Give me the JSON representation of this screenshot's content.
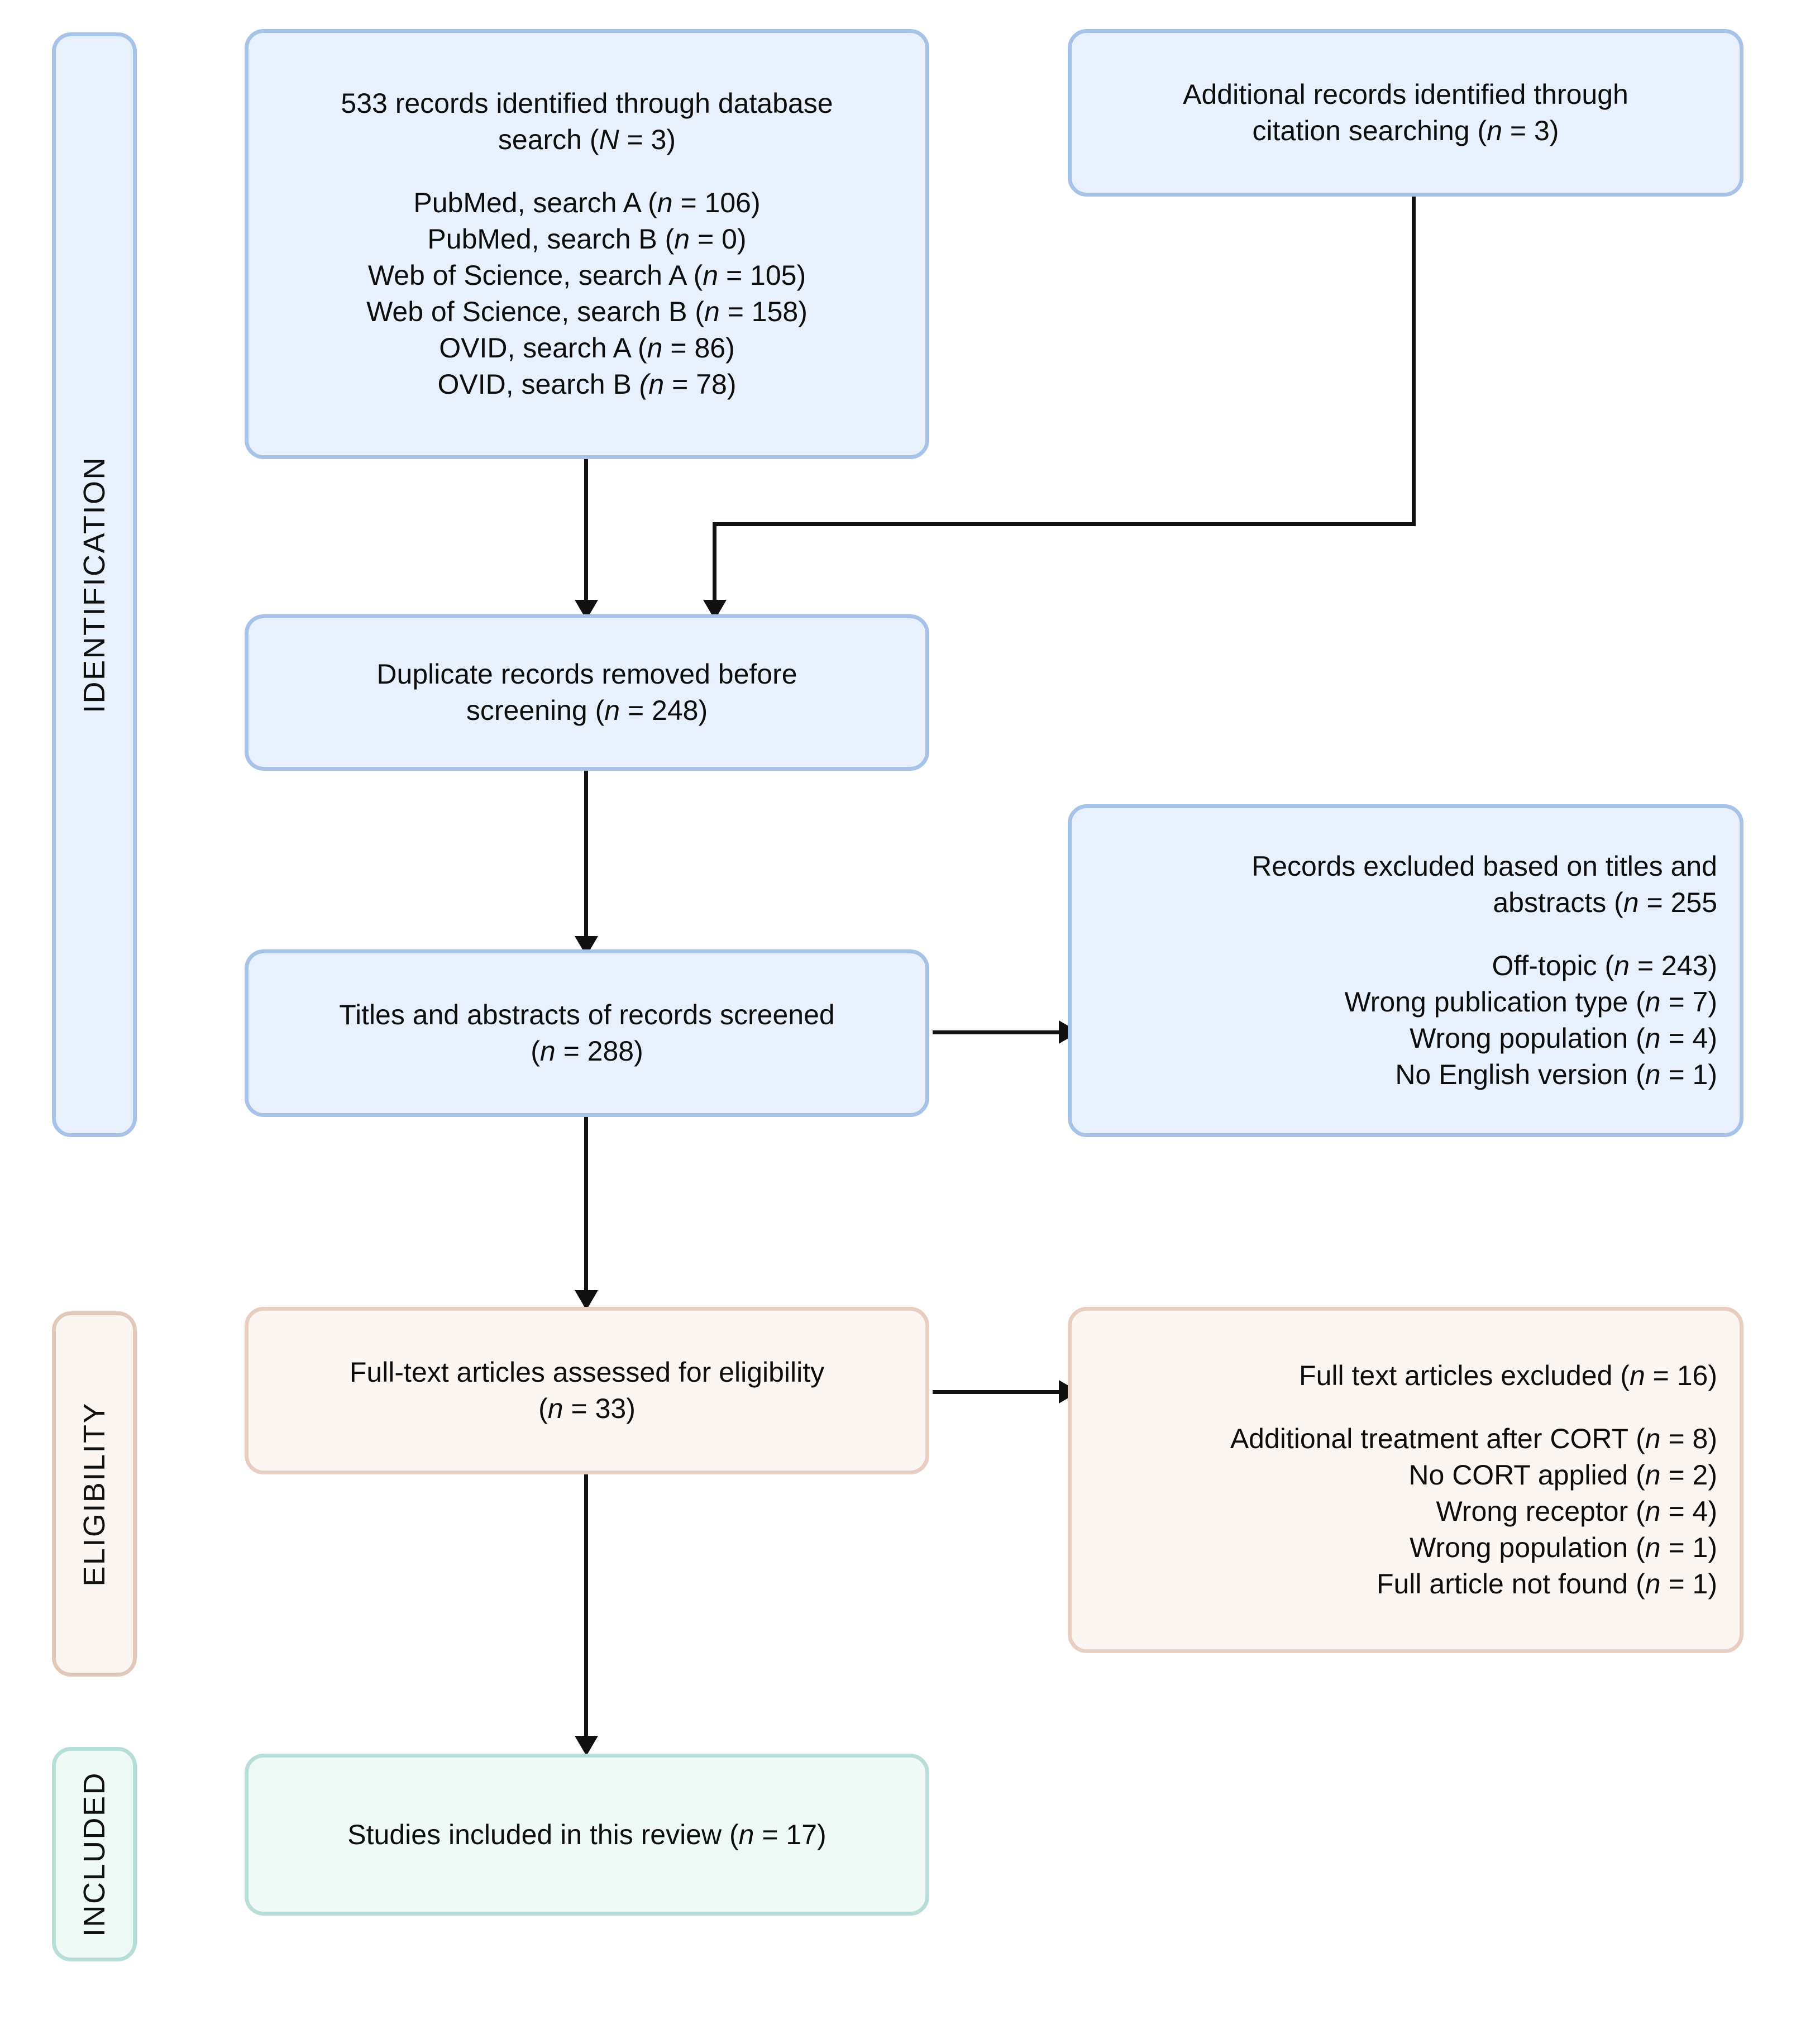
{
  "diagram": {
    "title": "PRISMA study selection flow diagram",
    "colors": {
      "identification_fill": "#e8f0fb",
      "identification_border": "#a8c3e8",
      "eligibility_fill": "#fbf6f2",
      "eligibility_border": "#e8cec1",
      "included_fill": "#effaf7",
      "included_border": "#b8ded7",
      "connector": "#111111",
      "text": "#0d0d0d"
    }
  },
  "stages": {
    "identification": "IDENTIFICATION",
    "eligibility": "ELIGIBILITY",
    "included": "INCLUDED"
  },
  "nodes": {
    "database_search": {
      "heading_line1": "533 records identified through database",
      "heading_line2_prefix": "search (",
      "heading_line2_italic": "N",
      "heading_line2_suffix": " = 3)",
      "sources": [
        {
          "label": "PubMed, search A (",
          "var": "n",
          "value": " = 106)"
        },
        {
          "label": "PubMed, search B (",
          "var": "n",
          "value": " = 0)"
        },
        {
          "label": "Web of Science, search A (",
          "var": "n",
          "value": " = 105)"
        },
        {
          "label": "Web of Science, search B (",
          "var": "n",
          "value": " = 158)"
        },
        {
          "label": "OVID, search A (",
          "var": "n",
          "value": " = 86)"
        },
        {
          "label": "OVID, search B ",
          "var": "(n",
          "value": " = 78)"
        }
      ]
    },
    "citation_search": {
      "line1": "Additional records identified through",
      "line2_prefix": "citation searching (",
      "line2_italic": "n",
      "line2_suffix": " = 3)"
    },
    "duplicates_removed": {
      "line1": "Duplicate records removed before",
      "line2_prefix": "screening (",
      "line2_italic": "n",
      "line2_suffix": " = 248)"
    },
    "records_screened": {
      "line1": "Titles and abstracts of records screened",
      "line2_prefix": "(",
      "line2_italic": "n",
      "line2_suffix": " = 288)"
    },
    "records_excluded": {
      "heading_line1": "Records excluded based on titles and",
      "heading_line2_prefix": "abstracts (",
      "heading_line2_italic": "n",
      "heading_line2_suffix": " = 255",
      "reasons": [
        {
          "label": "Off-topic (",
          "var": "n",
          "value": " = 243)"
        },
        {
          "label": "Wrong publication type (",
          "var": "n",
          "value": " = 7)"
        },
        {
          "label": "Wrong population (",
          "var": "n",
          "value": " = 4)"
        },
        {
          "label": "No English version (",
          "var": "n",
          "value": " = 1)"
        }
      ]
    },
    "fulltext_assessed": {
      "line1": "Full-text articles assessed for eligibility",
      "line2_prefix": "(",
      "line2_italic": "n",
      "line2_suffix": " = 33)"
    },
    "fulltext_excluded": {
      "heading_prefix": "Full text articles excluded (",
      "heading_italic": "n",
      "heading_suffix": " = 16)",
      "reasons": [
        {
          "label": "Additional treatment after CORT (",
          "var": "n",
          "value": " = 8)"
        },
        {
          "label": "No CORT applied (",
          "var": "n",
          "value": " = 2)"
        },
        {
          "label": "Wrong receptor (",
          "var": "n",
          "value": " = 4)"
        },
        {
          "label": "Wrong population (",
          "var": "n",
          "value": " = 1)"
        },
        {
          "label": "Full article not found (",
          "var": "n",
          "value": " = 1)"
        }
      ]
    },
    "studies_included": {
      "line_prefix": "Studies included in this review (",
      "line_italic": "n",
      "line_suffix": " = 17)"
    }
  }
}
